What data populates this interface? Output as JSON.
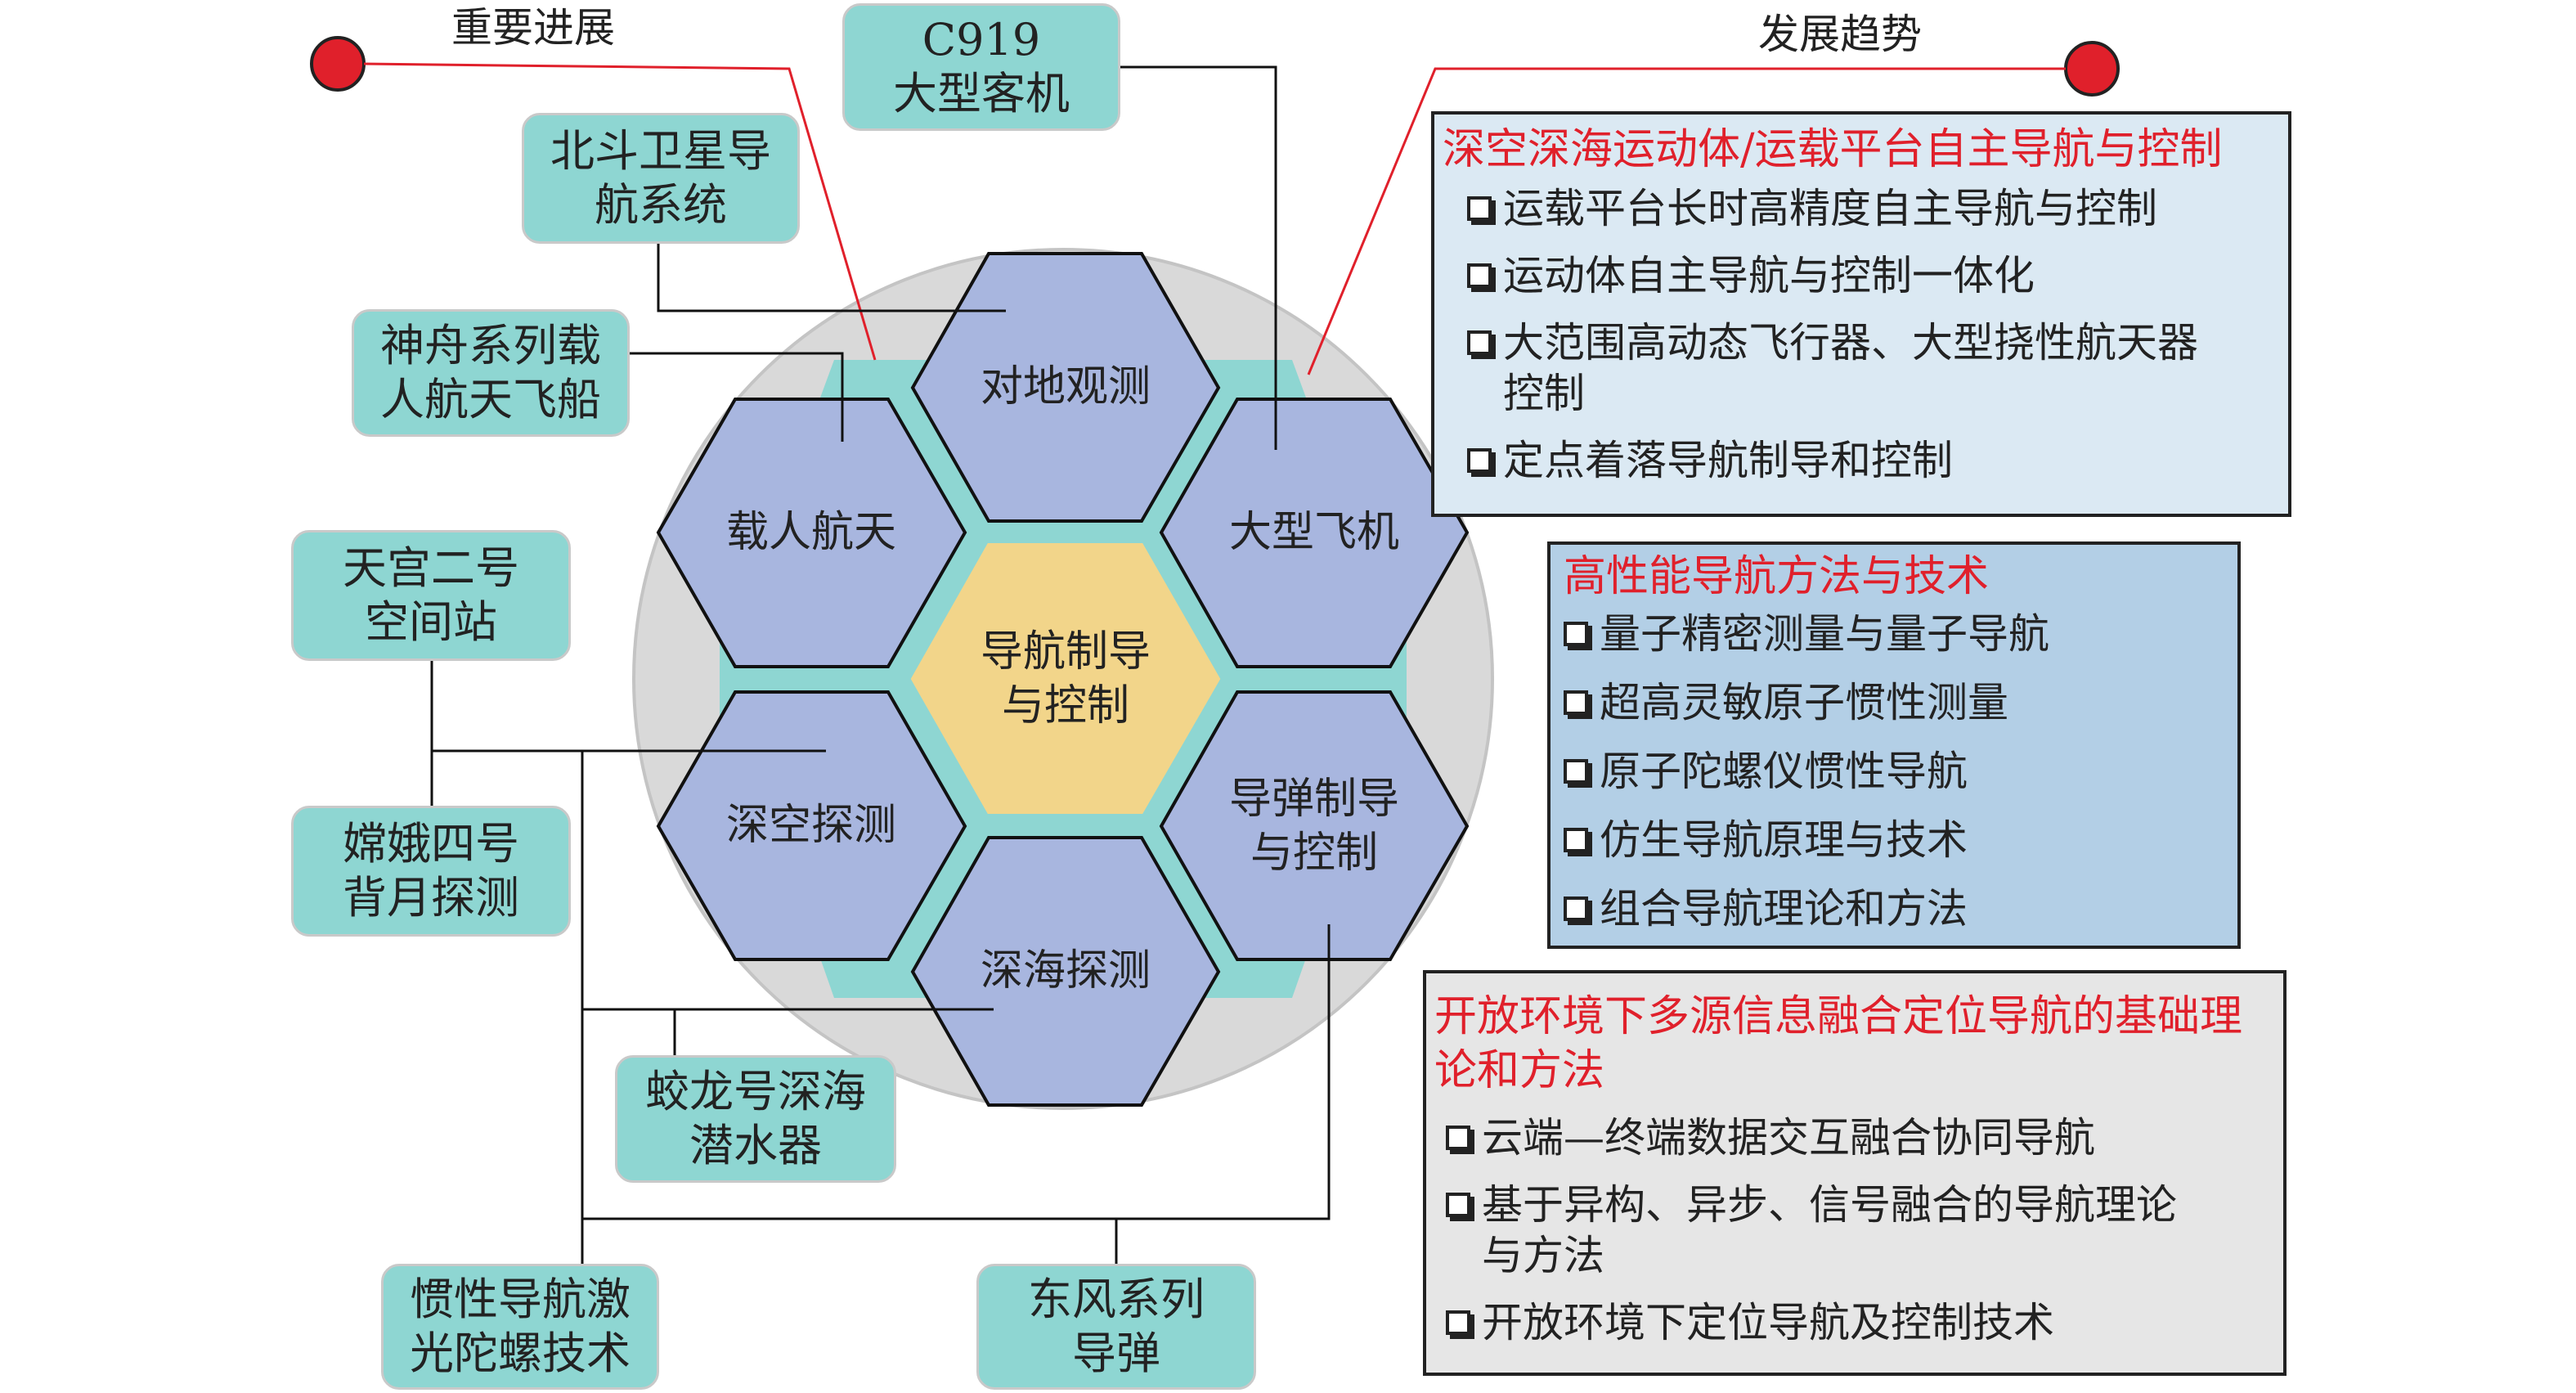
{
  "headings": {
    "progress": "重要进展",
    "trend": "发展趋势"
  },
  "center": {
    "line1": "导航制导",
    "line2": "与控制"
  },
  "hexagons": [
    {
      "label": "对地观测"
    },
    {
      "label": "载人航天"
    },
    {
      "label": "大型飞机"
    },
    {
      "label": "深空探测"
    },
    {
      "label": "导弹制导与控制",
      "line1": "导弹制导",
      "line2": "与控制"
    },
    {
      "label": "深海探测"
    }
  ],
  "achievements": [
    {
      "line1": "C919",
      "line2": "大型客机"
    },
    {
      "line1": "北斗卫星导",
      "line2": "航系统"
    },
    {
      "line1": "神舟系列载",
      "line2": "人航天飞船"
    },
    {
      "line1": "天宫二号",
      "line2": "空间站"
    },
    {
      "line1": "嫦娥四号",
      "line2": "背月探测"
    },
    {
      "line1": "蛟龙号深海",
      "line2": "潜水器"
    },
    {
      "line1": "惯性导航激",
      "line2": "光陀螺技术"
    },
    {
      "line1": "东风系列",
      "line2": "导弹"
    }
  ],
  "trend_panels": [
    {
      "title": "深空深海运动体/运载平台自主导航与控制",
      "items": [
        "运载平台长时高精度自主导航与控制",
        "运动体自主导航与控制一体化",
        "大范围高动态飞行器、大型挠性航天器控制",
        "定点着落导航制导和控制"
      ],
      "bg": "#dbe9f3"
    },
    {
      "title": "高性能导航方法与技术",
      "items": [
        "量子精密测量与量子导航",
        "超高灵敏原子惯性测量",
        "原子陀螺仪惯性导航",
        "仿生导航原理与技术",
        "组合导航理论和方法"
      ],
      "bg": "#b3cfe6"
    },
    {
      "title": "开放环境下多源信息融合定位导航的基础理论和方法",
      "items": [
        "云端—终端数据交互融合协同导航",
        "基于异构、异步、信号融合的导航理论与方法",
        "开放环境下定位导航及控制技术"
      ],
      "bg": "#e6e6e6"
    }
  ],
  "colors": {
    "box_fill": "#8ed6d2",
    "hex_fill": "#a8b6df",
    "center_fill": "#f2d58a",
    "ring_fill": "#d9d9d9",
    "accent_red": "#e0202b"
  }
}
